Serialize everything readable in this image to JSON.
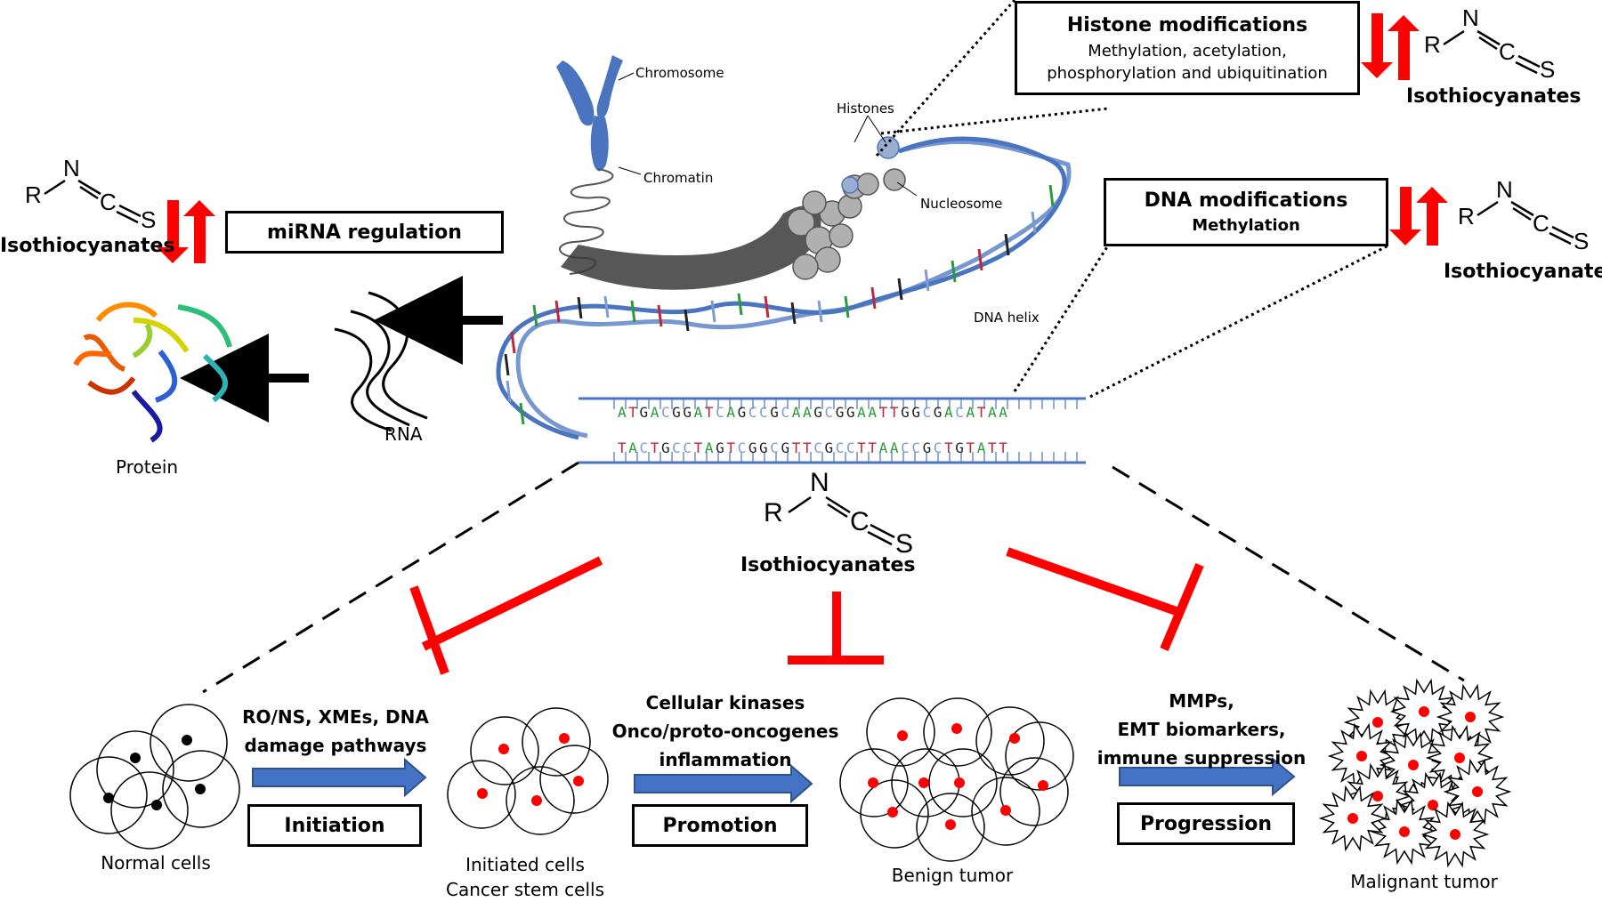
{
  "isothiocyanate": {
    "label": "Isothiocyanates",
    "atom_r": "R",
    "atom_n": "N",
    "atom_c": "C",
    "atom_s": "S"
  },
  "boxes": {
    "histone": {
      "title": "Histone modifications",
      "line1": "Methylation, acetylation,",
      "line2": "phosphorylation and ubiquitination"
    },
    "dna": {
      "title": "DNA modifications",
      "subtitle": "Methylation"
    },
    "mirna": {
      "title": "miRNA regulation"
    }
  },
  "chromatin_labels": {
    "chromosome": "Chromosome",
    "chromatin": "Chromatin",
    "histones": "Histones",
    "nucleosome": "Nucleosome",
    "dna_helix": "DNA helix"
  },
  "expression": {
    "rna": "RNA",
    "protein": "Protein"
  },
  "sequence": {
    "top": "ATGACGGATCAGCCGCAAGCGGAATTGGCGACATAA",
    "bottom": "TACTGCCTAGTCGGCGTTCGCCTTAACCGCTGTATT"
  },
  "stages": {
    "initiation": "Initiation",
    "promotion": "Promotion",
    "progression": "Progression"
  },
  "drivers": {
    "initiation_line1": "RO/NS, XMEs, DNA",
    "initiation_line2": "damage pathways",
    "promotion_line1": "Cellular kinases",
    "promotion_line2": "Onco/proto-oncogenes",
    "promotion_line3": "inflammation",
    "progression_line1": "MMPs,",
    "progression_line2": "EMT biomarkers,",
    "progression_line3": "immune suppression"
  },
  "cells": {
    "normal": "Normal cells",
    "initiated_line1": "Initiated cells",
    "initiated_line2": "Cancer stem cells",
    "benign": "Benign tumor",
    "malignant": "Malignant tumor"
  },
  "colors": {
    "inhibit_red": "#ff0000",
    "arrow_blue": "#4472c4",
    "dna_blue": "#4a74c0",
    "base_green": "#2a9a3a",
    "base_red": "#c0263a",
    "base_light": "#7b9bd6",
    "nucleus_red": "#ff0000"
  }
}
